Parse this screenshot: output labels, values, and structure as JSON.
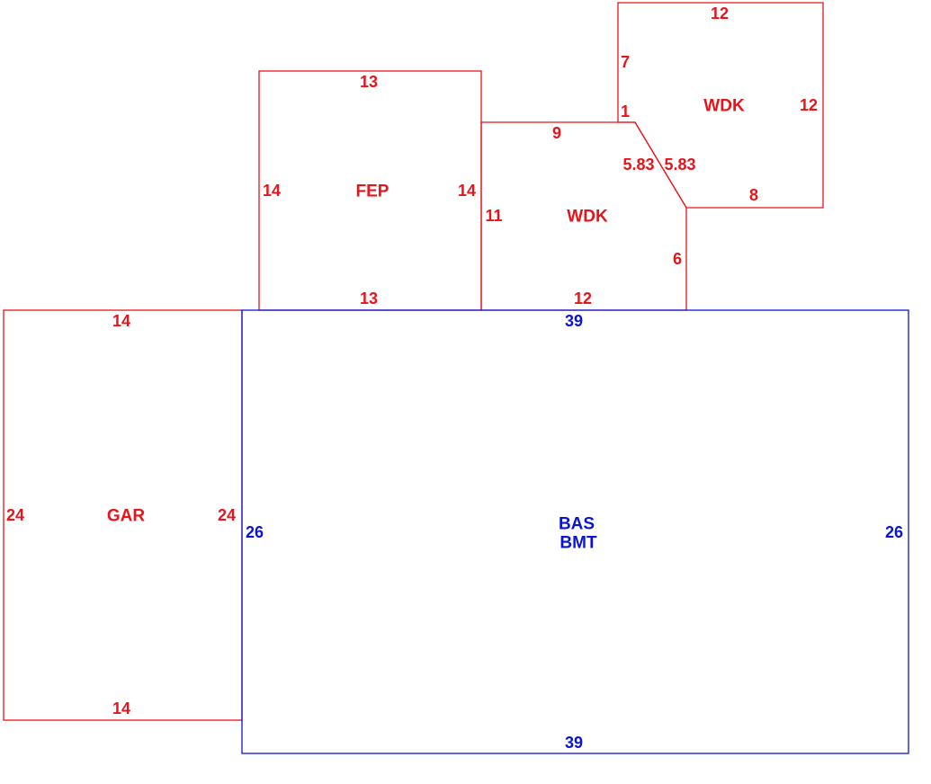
{
  "colors": {
    "addition": "#e8141b",
    "main": "#0a14d6"
  },
  "areas": {
    "fep": {
      "code": "FEP",
      "top": "13",
      "bottom": "13",
      "left": "14",
      "right": "14"
    },
    "wdk_lower": {
      "code": "WDK",
      "top": "9",
      "bottom": "12",
      "left": "11",
      "right": "6",
      "diagonal": "5.83"
    },
    "wdk_upper": {
      "code": "WDK",
      "top": "12",
      "left": "7",
      "notch": "1",
      "right": "12",
      "bottom": "8",
      "diagonal": "5.83"
    },
    "gar": {
      "code": "GAR",
      "top": "14",
      "bottom": "14",
      "left": "24",
      "right": "24"
    },
    "bas": {
      "code_line1": "BAS",
      "code_line2": "BMT",
      "top": "39",
      "bottom": "39",
      "left": "26",
      "right": "26"
    }
  }
}
